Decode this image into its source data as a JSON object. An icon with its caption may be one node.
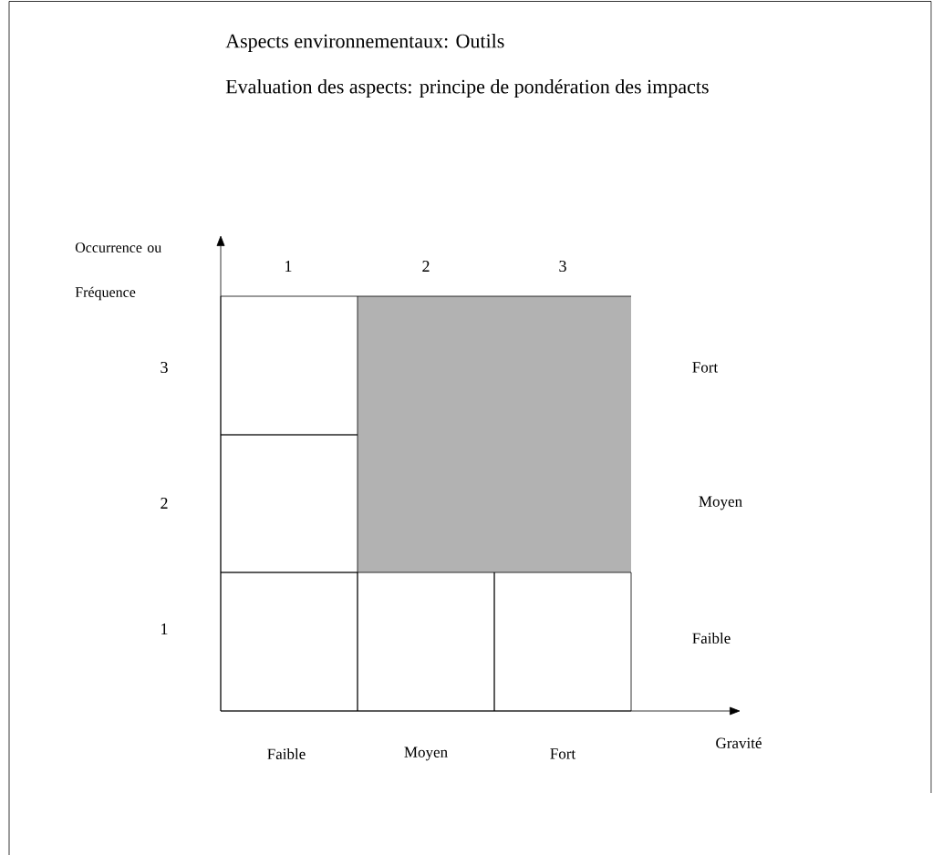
{
  "diagram": {
    "title": "Aspects environnementaux: Outils",
    "labels": [
      "Evaluation des aspects: principe de pondération des impacts",
      "Occurrence ou Fréquence",
      "1",
      "2",
      "3",
      "3",
      "Fort",
      "2",
      "Moyen",
      "1",
      "Faible",
      "Faible",
      "Moyen",
      "Fort",
      "Gravité"
    ]
  }
}
